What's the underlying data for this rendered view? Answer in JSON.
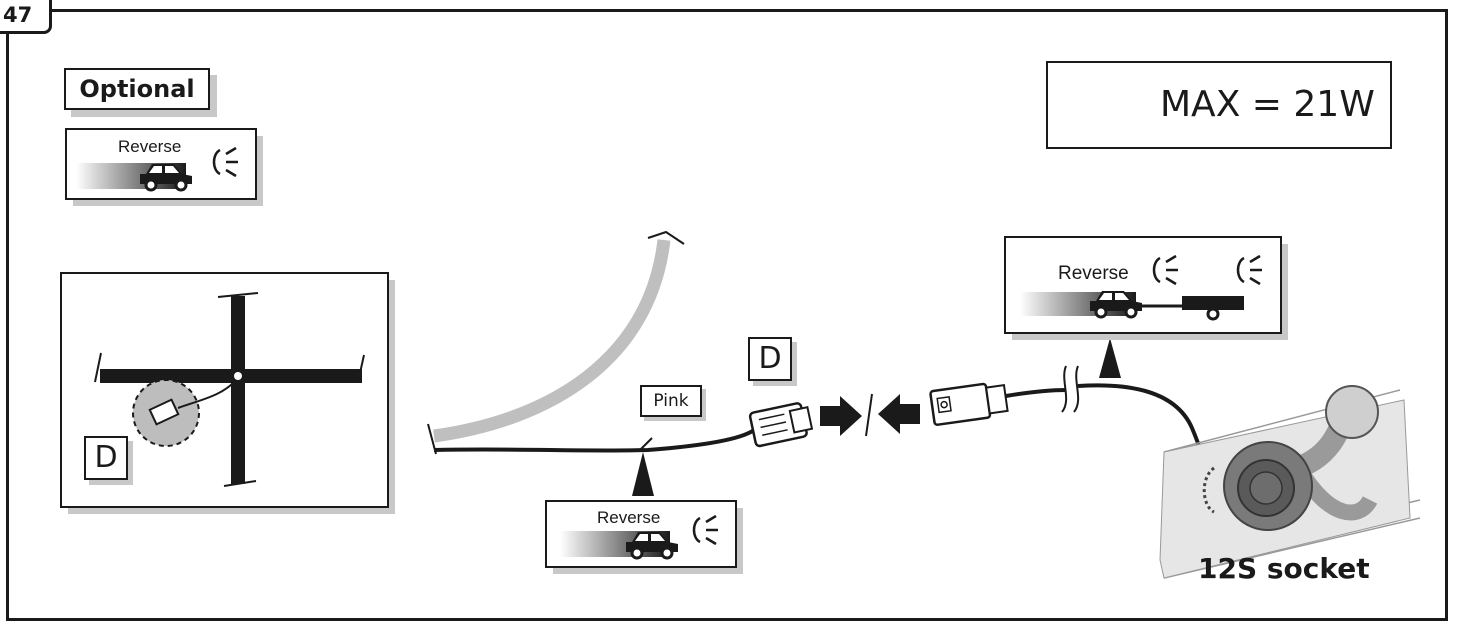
{
  "step_number": "47",
  "optional_label": "Optional",
  "warning": {
    "text": "MAX = 21W"
  },
  "function_label": "Reverse",
  "connector_label": "D",
  "wire_color": "Pink",
  "socket_label": "12S socket"
}
